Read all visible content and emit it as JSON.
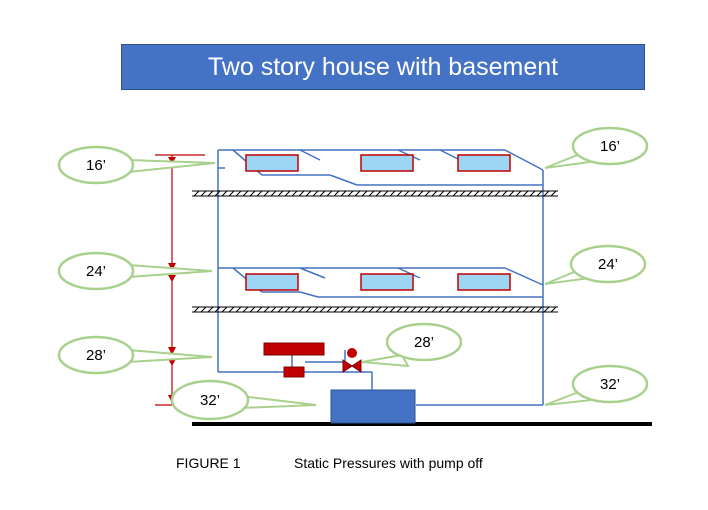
{
  "title": "Two story house with basement",
  "left_callouts": [
    "16’",
    "24’",
    "28’",
    "32’"
  ],
  "right_callouts": [
    "16’",
    "24’",
    "28’",
    "32’"
  ],
  "caption": {
    "label": "FIGURE 1",
    "text": "Static Pressures with pump off"
  },
  "colors": {
    "title_bg": "#4472c4",
    "pipe": "#4472c4",
    "radiator_fill": "#9dd6f5",
    "radiator_border": "#c00000",
    "dimension_line": "#c00000",
    "callout_fill": "#ffffff",
    "callout_border": "#a9d18e",
    "boiler": "#4472c4",
    "expansion_tank": "#c00000"
  }
}
